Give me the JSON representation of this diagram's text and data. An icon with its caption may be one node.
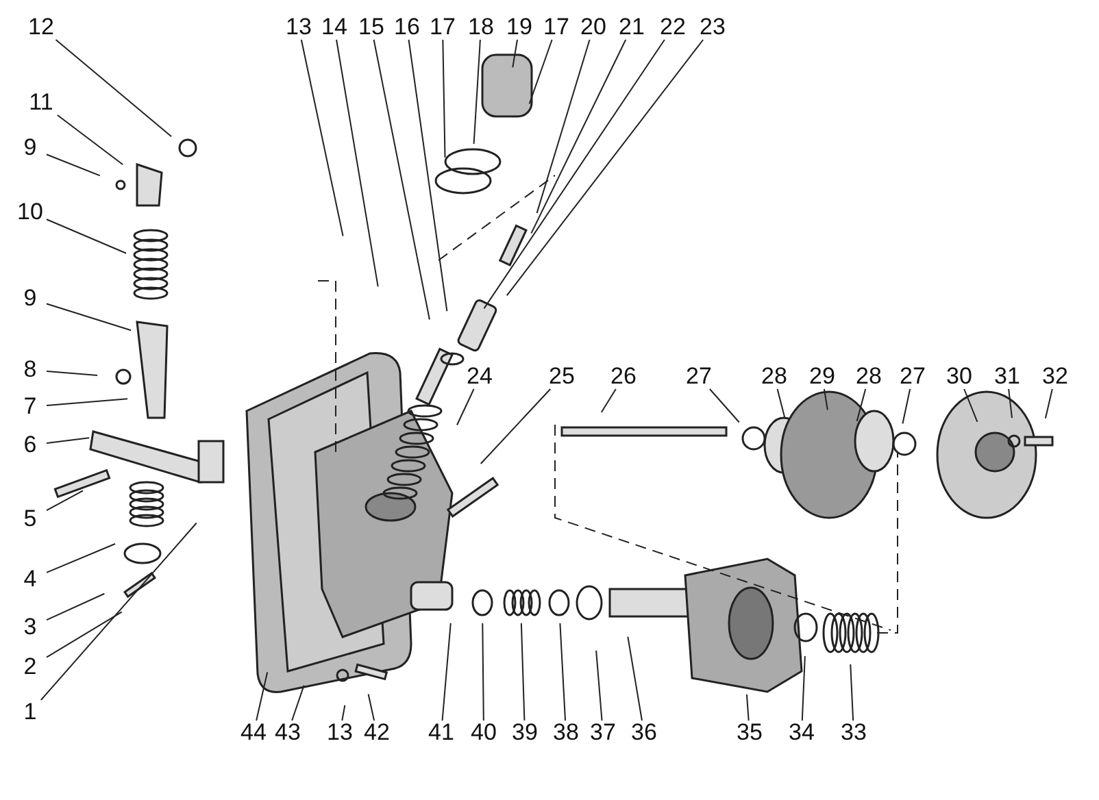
{
  "diagram": {
    "nodes": [
      {
        "text": [
          "12"
        ]
      },
      {
        "text": [
          "13"
        ]
      },
      {
        "text": [
          "14"
        ]
      },
      {
        "text": [
          "15"
        ]
      },
      {
        "text": [
          "16"
        ]
      },
      {
        "text": [
          "17"
        ]
      },
      {
        "text": [
          "18"
        ]
      },
      {
        "text": [
          "19"
        ]
      },
      {
        "text": [
          "17"
        ]
      },
      {
        "text": [
          "20"
        ]
      },
      {
        "text": [
          "21"
        ]
      },
      {
        "text": [
          "22"
        ]
      },
      {
        "text": [
          "23"
        ]
      },
      {
        "text": [
          "11"
        ]
      },
      {
        "text": [
          "9"
        ]
      },
      {
        "text": [
          "10"
        ]
      },
      {
        "text": [
          "9"
        ]
      },
      {
        "text": [
          "8"
        ]
      },
      {
        "text": [
          "7"
        ]
      },
      {
        "text": [
          "6"
        ]
      },
      {
        "text": [
          "5"
        ]
      },
      {
        "text": [
          "4"
        ]
      },
      {
        "text": [
          "3"
        ]
      },
      {
        "text": [
          "2"
        ]
      },
      {
        "text": [
          "1"
        ]
      },
      {
        "text": [
          "24"
        ]
      },
      {
        "text": [
          "25"
        ]
      },
      {
        "text": [
          "26"
        ]
      },
      {
        "text": [
          "27"
        ]
      },
      {
        "text": [
          "28"
        ]
      },
      {
        "text": [
          "29"
        ]
      },
      {
        "text": [
          "28"
        ]
      },
      {
        "text": [
          "27"
        ]
      },
      {
        "text": [
          "30"
        ]
      },
      {
        "text": [
          "31"
        ]
      },
      {
        "text": [
          "32"
        ]
      },
      {
        "text": [
          "44"
        ]
      },
      {
        "text": [
          "43"
        ]
      },
      {
        "text": [
          "13"
        ]
      },
      {
        "text": [
          "42"
        ]
      },
      {
        "text": [
          "41"
        ]
      },
      {
        "text": [
          "40"
        ]
      },
      {
        "text": [
          "39"
        ]
      },
      {
        "text": [
          "38"
        ]
      },
      {
        "text": [
          "37"
        ]
      },
      {
        "text": [
          "36"
        ]
      },
      {
        "text": [
          "35"
        ]
      },
      {
        "text": [
          "34"
        ]
      },
      {
        "text": [
          "33"
        ]
      }
    ],
    "edges": [
      {
        "from": 0,
        "to": null,
        "arrow": "none"
      },
      {
        "from": 1,
        "to": null,
        "arrow": "none"
      },
      {
        "from": 2,
        "to": null,
        "arrow": "none"
      },
      {
        "from": 3,
        "to": null,
        "arrow": "none"
      },
      {
        "from": 4,
        "to": null,
        "arrow": "none"
      },
      {
        "from": 5,
        "to": null,
        "arrow": "none"
      },
      {
        "from": 6,
        "to": null,
        "arrow": "none"
      },
      {
        "from": 7,
        "to": null,
        "arrow": "none"
      },
      {
        "from": 8,
        "to": null,
        "arrow": "none"
      },
      {
        "from": 9,
        "to": null,
        "arrow": "none"
      },
      {
        "from": 10,
        "to": null,
        "arrow": "none"
      },
      {
        "from": 11,
        "to": null,
        "arrow": "none"
      },
      {
        "from": 12,
        "to": null,
        "arrow": "none"
      },
      {
        "from": 13,
        "to": null,
        "arrow": "none"
      },
      {
        "from": 14,
        "to": null,
        "arrow": "none"
      },
      {
        "from": 15,
        "to": null,
        "arrow": "none"
      },
      {
        "from": 16,
        "to": null,
        "arrow": "none"
      },
      {
        "from": 17,
        "to": null,
        "arrow": "none"
      },
      {
        "from": 18,
        "to": null,
        "arrow": "none"
      },
      {
        "from": 19,
        "to": null,
        "arrow": "none"
      },
      {
        "from": 20,
        "to": null,
        "arrow": "none"
      },
      {
        "from": 21,
        "to": null,
        "arrow": "none"
      },
      {
        "from": 22,
        "to": null,
        "arrow": "none"
      },
      {
        "from": 23,
        "to": null,
        "arrow": "none"
      },
      {
        "from": 24,
        "to": null,
        "arrow": "none"
      },
      {
        "from": 25,
        "to": null,
        "arrow": "none"
      },
      {
        "from": 26,
        "to": null,
        "arrow": "none"
      },
      {
        "from": 27,
        "to": null,
        "arrow": "none"
      },
      {
        "from": 28,
        "to": null,
        "arrow": "none"
      },
      {
        "from": 29,
        "to": null,
        "arrow": "none"
      },
      {
        "from": 30,
        "to": null,
        "arrow": "none"
      },
      {
        "from": 31,
        "to": null,
        "arrow": "none"
      },
      {
        "from": 32,
        "to": null,
        "arrow": "none"
      },
      {
        "from": 33,
        "to": null,
        "arrow": "none"
      },
      {
        "from": 34,
        "to": null,
        "arrow": "none"
      },
      {
        "from": 35,
        "to": null,
        "arrow": "none"
      },
      {
        "from": 36,
        "to": null,
        "arrow": "none"
      },
      {
        "from": 37,
        "to": null,
        "arrow": "none"
      },
      {
        "from": 38,
        "to": null,
        "arrow": "none"
      },
      {
        "from": 39,
        "to": null,
        "arrow": "none"
      },
      {
        "from": 40,
        "to": null,
        "arrow": "none"
      },
      {
        "from": 41,
        "to": null,
        "arrow": "none"
      },
      {
        "from": 42,
        "to": null,
        "arrow": "none"
      },
      {
        "from": 43,
        "to": null,
        "arrow": "none"
      },
      {
        "from": 44,
        "to": null,
        "arrow": "none"
      },
      {
        "from": 45,
        "to": null,
        "arrow": "none"
      },
      {
        "from": 46,
        "to": null,
        "arrow": "none"
      },
      {
        "from": 47,
        "to": null,
        "arrow": "none"
      },
      {
        "from": 48,
        "to": null,
        "arrow": "none"
      }
    ]
  }
}
